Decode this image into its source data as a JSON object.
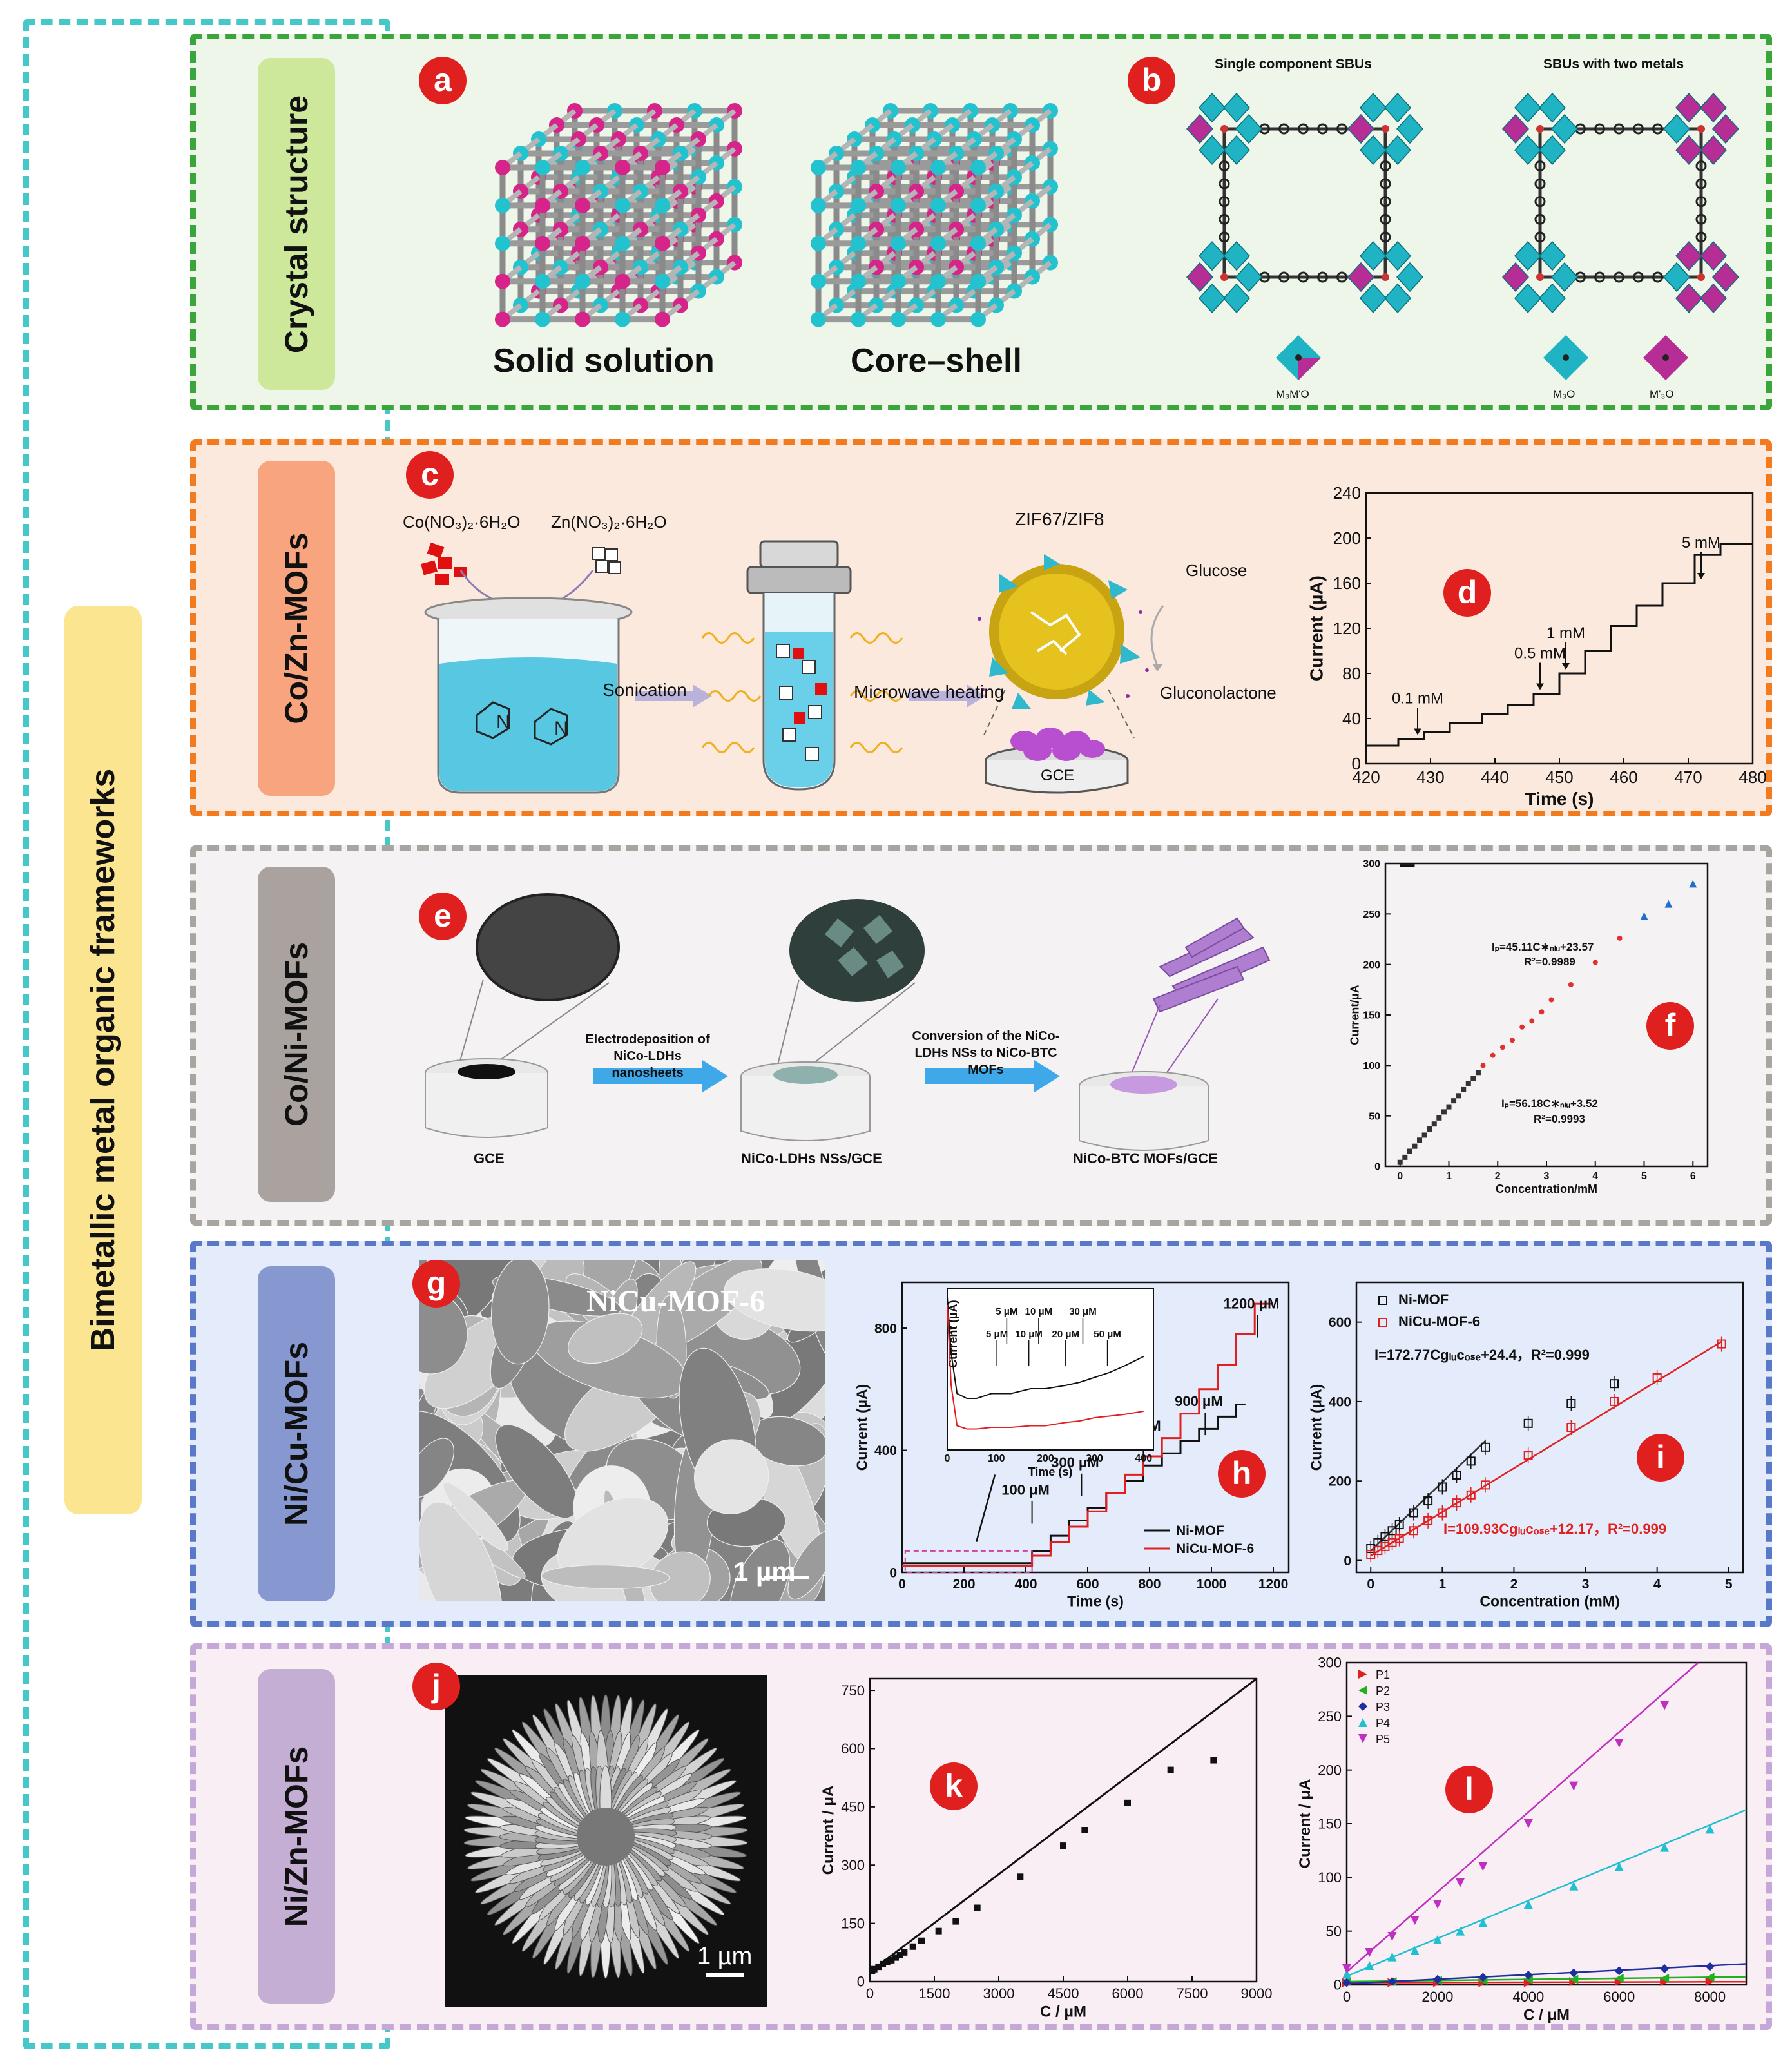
{
  "main_title": "Bimetallic metal organic frameworks",
  "rows": {
    "crystal": "Crystal structure",
    "cozn": "Co/Zn-MOFs",
    "coni": "Co/Ni-MOFs",
    "nicu": "Ni/Cu-MOFs",
    "nizn": "Ni/Zn-MOFs"
  },
  "badges": {
    "a": "a",
    "b": "b",
    "c": "c",
    "d": "d",
    "e": "e",
    "f": "f",
    "g": "g",
    "h": "h",
    "i": "i",
    "j": "j",
    "k": "k",
    "l": "l"
  },
  "panel_a": {
    "solid": "Solid solution",
    "core": "Core–shell"
  },
  "panel_b": {
    "single": "Single component SBUs",
    "two": "SBUs with two metals",
    "m1": "M₃M'O",
    "m2": "M₃O",
    "m3": "M'₃O"
  },
  "panel_c": {
    "co_salt": "Co(NO₃)₂·6H₂O",
    "zn_salt": "Zn(NO₃)₂·6H₂O",
    "sonication": "Sonication",
    "microwave": "Microwave heating",
    "zif": "ZIF67/ZIF8",
    "glucose": "Glucose",
    "gluconolactone": "Gluconolactone",
    "gce": "GCE"
  },
  "panel_e": {
    "gce": "GCE",
    "step1": "Electrodeposition of NiCo-LDHs nanosheets",
    "step2": "Conversion of the NiCo-LDHs NSs to NiCo-BTC MOFs",
    "ldh": "NiCo-LDHs NSs/GCE",
    "btc": "NiCo-BTC MOFs/GCE"
  },
  "panel_g": {
    "title": "NiCu-MOF-6",
    "scale": "1 µm"
  },
  "panel_j": {
    "scale": "1 µm"
  },
  "chart_data": [
    {
      "id": "d",
      "type": "line",
      "xlabel": "Time (s)",
      "ylabel": "Current (µA)",
      "xlim": [
        420,
        480
      ],
      "ylim": [
        0,
        240
      ],
      "xticks": [
        420,
        430,
        440,
        450,
        460,
        470,
        480
      ],
      "yticks": [
        0,
        40,
        80,
        120,
        160,
        200,
        240
      ],
      "x": [
        420,
        425,
        425,
        429,
        429,
        433,
        433,
        438,
        438,
        442,
        442,
        446,
        446,
        450,
        450,
        454,
        454,
        458,
        458,
        462,
        462,
        466,
        466,
        471,
        471,
        475,
        475,
        480
      ],
      "y": [
        16,
        16,
        22,
        22,
        28,
        28,
        36,
        36,
        44,
        44,
        52,
        52,
        62,
        62,
        80,
        80,
        100,
        100,
        122,
        122,
        140,
        140,
        160,
        160,
        185,
        185,
        195,
        195
      ],
      "annotations": [
        {
          "text": "0.1 mM",
          "x": 428,
          "y": 22
        },
        {
          "text": "0.5 mM",
          "x": 447,
          "y": 62
        },
        {
          "text": "1 mM",
          "x": 451,
          "y": 80
        },
        {
          "text": "5 mM",
          "x": 472,
          "y": 160
        }
      ]
    },
    {
      "id": "f",
      "type": "scatter",
      "xlabel": "Concentration/mM",
      "ylabel": "Current/µA",
      "xlim": [
        -0.3,
        6.3
      ],
      "ylim": [
        0,
        300
      ],
      "xticks": [
        0,
        1,
        2,
        3,
        4,
        5,
        6
      ],
      "yticks": [
        0,
        50,
        100,
        150,
        200,
        250,
        300
      ],
      "series": [
        {
          "color": "#333333",
          "marker": "square",
          "x": [
            0,
            0.1,
            0.2,
            0.3,
            0.4,
            0.5,
            0.6,
            0.7,
            0.8,
            0.9,
            1.0,
            1.1,
            1.2,
            1.3,
            1.4,
            1.5,
            1.6
          ],
          "y": [
            4,
            9,
            15,
            20,
            26,
            31,
            37,
            42,
            48,
            54,
            59,
            65,
            70,
            76,
            82,
            87,
            93
          ]
        },
        {
          "color": "#e03030",
          "marker": "circle",
          "x": [
            1.7,
            1.9,
            2.1,
            2.3,
            2.5,
            2.7,
            2.9,
            3.1,
            3.5,
            4.0,
            4.5
          ],
          "y": [
            100,
            110,
            118,
            125,
            138,
            144,
            153,
            165,
            180,
            202,
            226
          ]
        },
        {
          "color": "#1f6fd0",
          "marker": "triangle",
          "x": [
            5.0,
            5.5,
            6.0
          ],
          "y": [
            248,
            260,
            280
          ]
        }
      ],
      "annotations": [
        "Iₚ=45.11C∗ₙₗᵤ+23.57",
        "R²=0.9989",
        "Iₚ=56.18C∗ₙₗᵤ+3.52",
        "R²=0.9993"
      ]
    },
    {
      "id": "h",
      "type": "line",
      "xlabel": "Time (s)",
      "ylabel": "Current (µA)",
      "xlim": [
        0,
        1250
      ],
      "ylim": [
        0,
        950
      ],
      "xticks": [
        0,
        200,
        400,
        600,
        800,
        1000,
        1200
      ],
      "yticks": [
        0,
        400,
        800
      ],
      "series": [
        {
          "name": "Ni-MOF",
          "color": "#111111",
          "x": [
            0,
            420,
            420,
            480,
            480,
            540,
            540,
            600,
            600,
            660,
            660,
            720,
            720,
            780,
            780,
            840,
            840,
            900,
            900,
            960,
            960,
            1020,
            1020,
            1080,
            1080,
            1110
          ],
          "y": [
            30,
            30,
            70,
            70,
            120,
            120,
            170,
            170,
            210,
            210,
            260,
            260,
            300,
            300,
            350,
            350,
            390,
            390,
            430,
            430,
            470,
            470,
            510,
            510,
            550,
            550
          ]
        },
        {
          "name": "NiCu-MOF-6",
          "color": "#e01f1f",
          "x": [
            0,
            420,
            420,
            480,
            480,
            540,
            540,
            600,
            600,
            660,
            660,
            720,
            720,
            780,
            780,
            840,
            840,
            900,
            900,
            960,
            960,
            1020,
            1020,
            1080,
            1080,
            1140,
            1140,
            1200
          ],
          "y": [
            20,
            20,
            55,
            55,
            100,
            100,
            150,
            150,
            200,
            200,
            260,
            260,
            320,
            320,
            380,
            380,
            440,
            440,
            520,
            520,
            600,
            600,
            680,
            680,
            780,
            780,
            880,
            880
          ]
        }
      ],
      "annotations": [
        "100 μM",
        "300 μM",
        "600 μM",
        "900 μM",
        "1200 μM"
      ],
      "inset": {
        "xlabel": "Time (s)",
        "ylabel": "Current (µA)",
        "xticks": [
          0,
          100,
          200,
          300,
          400
        ],
        "labels": [
          "5 μM",
          "5 μM",
          "10 μM",
          "10 μM",
          "20 μM",
          "30 μM",
          "50 μM"
        ]
      }
    },
    {
      "id": "i",
      "type": "scatter",
      "xlabel": "Concentration (mM)",
      "ylabel": "Current (µA)",
      "xlim": [
        -0.2,
        5.2
      ],
      "ylim": [
        -30,
        700
      ],
      "xticks": [
        0,
        1,
        2,
        3,
        4,
        5
      ],
      "yticks": [
        0,
        200,
        400,
        600
      ],
      "series": [
        {
          "name": "Ni-MOF",
          "color": "#111111",
          "x": [
            0,
            0.1,
            0.2,
            0.3,
            0.4,
            0.6,
            0.8,
            1.0,
            1.2,
            1.4,
            1.6,
            2.2,
            2.8,
            3.4
          ],
          "y": [
            30,
            45,
            60,
            75,
            90,
            120,
            150,
            185,
            215,
            250,
            285,
            345,
            395,
            445
          ]
        },
        {
          "name": "NiCu-MOF-6",
          "color": "#e01f1f",
          "x": [
            0,
            0.1,
            0.2,
            0.3,
            0.4,
            0.6,
            0.8,
            1.0,
            1.2,
            1.4,
            1.6,
            2.2,
            2.8,
            3.4,
            4.0,
            4.9
          ],
          "y": [
            15,
            25,
            35,
            45,
            55,
            75,
            100,
            120,
            145,
            165,
            190,
            265,
            335,
            400,
            460,
            545
          ]
        }
      ],
      "annotations": [
        "I=172.77Cɡₗᵤᴄₒₛₑ+24.4，R²=0.999",
        "I=109.93Cɡₗᵤᴄₒₛₑ+12.17，R²=0.999"
      ]
    },
    {
      "id": "k",
      "type": "scatter",
      "xlabel": "C / μM",
      "ylabel": "Current / μA",
      "xlim": [
        0,
        9000
      ],
      "ylim": [
        0,
        780
      ],
      "xticks": [
        0,
        1500,
        3000,
        4500,
        6000,
        7500,
        9000
      ],
      "yticks": [
        0,
        150,
        300,
        450,
        600,
        750
      ],
      "x": [
        50,
        100,
        200,
        300,
        400,
        500,
        600,
        700,
        800,
        1000,
        1200,
        1600,
        2000,
        2500,
        3500,
        4500,
        5000,
        6000,
        7000,
        8000
      ],
      "y": [
        28,
        32,
        38,
        45,
        50,
        55,
        62,
        68,
        75,
        90,
        105,
        130,
        155,
        190,
        270,
        350,
        390,
        460,
        545,
        570
      ]
    },
    {
      "id": "l",
      "type": "scatter",
      "xlabel": "C / μM",
      "ylabel": "Current / μA",
      "xlim": [
        0,
        8800
      ],
      "ylim": [
        0,
        300
      ],
      "xticks": [
        0,
        2000,
        4000,
        6000,
        8000
      ],
      "yticks": [
        0,
        50,
        100,
        150,
        200,
        250,
        300
      ],
      "series": [
        {
          "name": "P1",
          "color": "#e02020",
          "marker": "triangle-right",
          "x": [
            0,
            1000,
            2000,
            3000,
            4000,
            5000,
            6000,
            7000,
            8000
          ],
          "y": [
            2,
            2,
            2,
            2,
            2,
            3,
            3,
            3,
            3
          ]
        },
        {
          "name": "P2",
          "color": "#20b020",
          "marker": "triangle-left",
          "x": [
            0,
            1000,
            2000,
            3000,
            4000,
            5000,
            6000,
            7000,
            8000
          ],
          "y": [
            3,
            3,
            4,
            4,
            5,
            5,
            6,
            6,
            7
          ]
        },
        {
          "name": "P3",
          "color": "#1f2fa0",
          "marker": "diamond",
          "x": [
            0,
            1000,
            2000,
            3000,
            4000,
            5000,
            6000,
            7000,
            8000
          ],
          "y": [
            2,
            3,
            5,
            7,
            9,
            11,
            13,
            15,
            17
          ]
        },
        {
          "name": "P4",
          "color": "#20c0d0",
          "marker": "triangle-up",
          "x": [
            0,
            500,
            1000,
            1500,
            2000,
            2500,
            3000,
            4000,
            5000,
            6000,
            7000,
            8000
          ],
          "y": [
            10,
            18,
            26,
            32,
            42,
            50,
            58,
            75,
            92,
            110,
            128,
            145
          ]
        },
        {
          "name": "P5",
          "color": "#c030c0",
          "marker": "triangle-down",
          "x": [
            0,
            500,
            1000,
            1500,
            2000,
            2500,
            3000,
            4000,
            5000,
            6000,
            7000
          ],
          "y": [
            15,
            30,
            45,
            60,
            75,
            95,
            110,
            150,
            185,
            225,
            260
          ]
        }
      ]
    }
  ]
}
